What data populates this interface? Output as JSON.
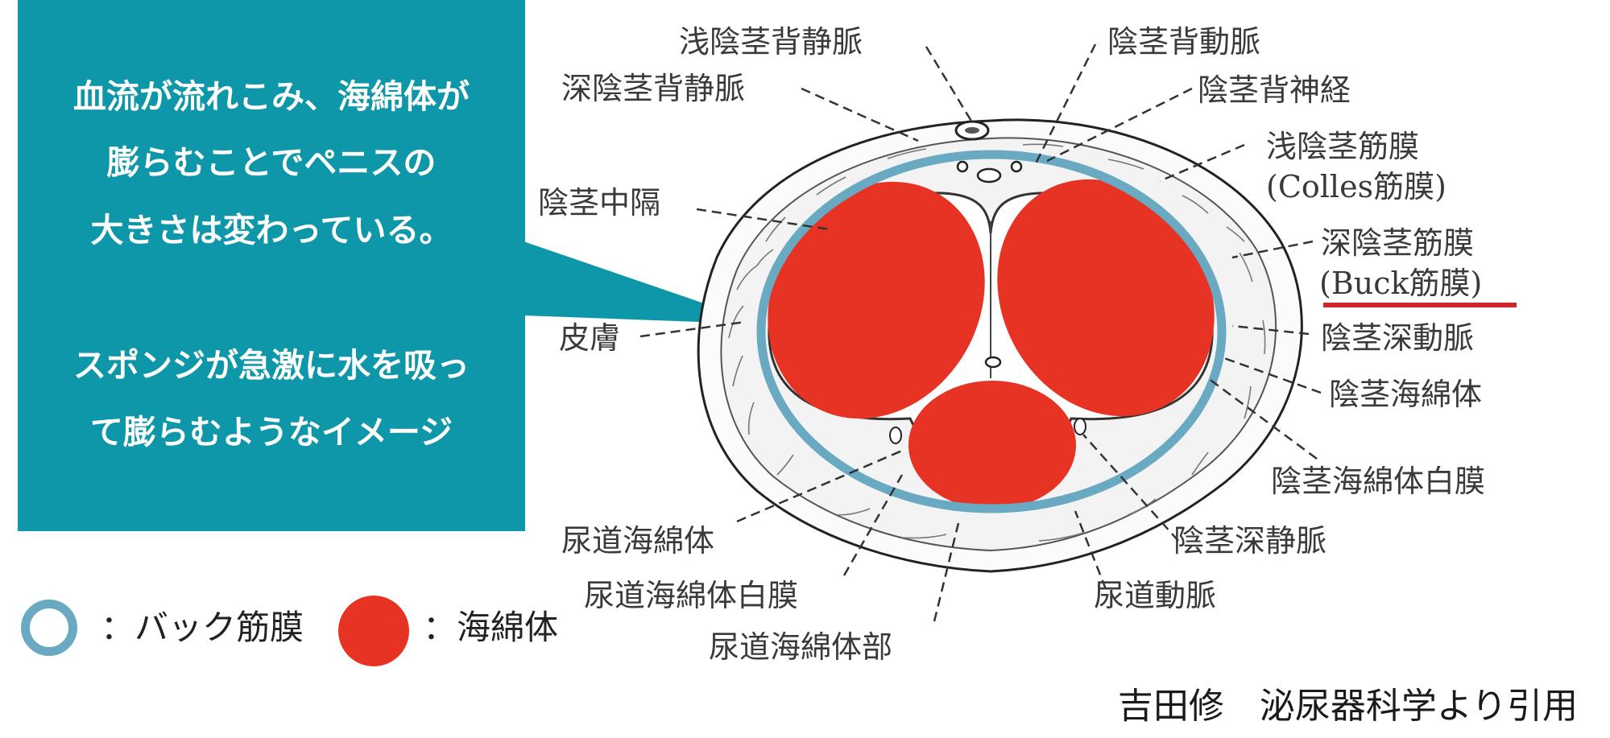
{
  "colors": {
    "callout_bg": "#0e97a8",
    "cavernosum": "#e63323",
    "buck_fascia": "#6aa9c2",
    "underline": "#d0232a"
  },
  "callout": {
    "lines": [
      "血流が流れこみ、海綿体が",
      "膨らむことでペニスの",
      "大きさは変わっている。",
      "スポンジが急激に水を吸っ",
      "て膨らむようなイメージ"
    ]
  },
  "labels": {
    "superficial_dorsal_vein": "浅陰茎背静脈",
    "deep_dorsal_vein": "深陰茎背静脈",
    "dorsal_artery": "陰茎背動脈",
    "dorsal_nerve": "陰茎背神経",
    "superficial_fascia": "浅陰茎筋膜",
    "colles": "(Colles筋膜)",
    "septum": "陰茎中隔",
    "deep_fascia": "深陰茎筋膜",
    "buck": "(Buck筋膜)",
    "skin": "皮膚",
    "deep_artery": "陰茎深動脈",
    "corpus_cavernosum": "陰茎海綿体",
    "tunica_albuginea": "陰茎海綿体白膜",
    "corpus_spongiosum": "尿道海綿体",
    "deep_vein": "陰茎深静脈",
    "spongiosum_albuginea": "尿道海綿体白膜",
    "urethral_artery": "尿道動脈",
    "spongiosum_part": "尿道海綿体部"
  },
  "legend": {
    "ring_label": "：バック筋膜",
    "dot_label": "：海綿体"
  },
  "citation": "吉田修　泌尿器科学より引用"
}
